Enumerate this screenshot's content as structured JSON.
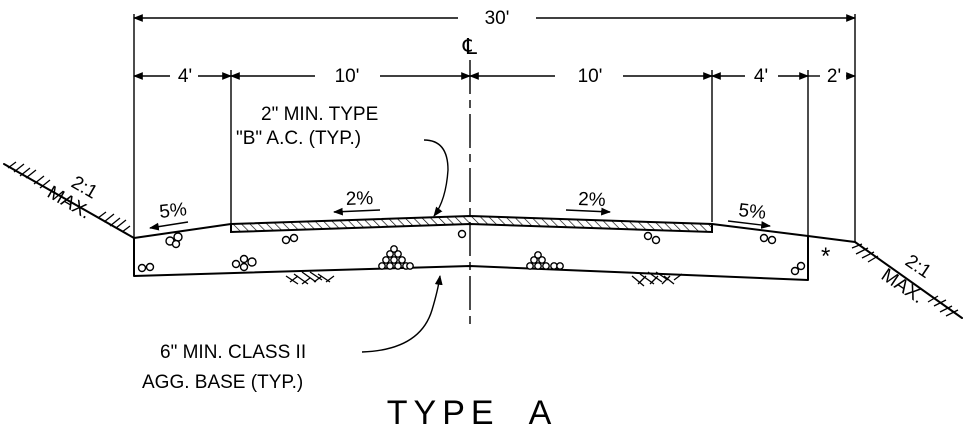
{
  "dimensions": {
    "overall": "30'",
    "left_shoulder": "4'",
    "left_lane": "10'",
    "right_lane": "10'",
    "right_shoulder": "4'",
    "dike_width": "2'"
  },
  "centerline_symbol": "℄",
  "slopes": {
    "left_shoulder": "5%",
    "left_lane": "2%",
    "right_lane": "2%",
    "right_shoulder": "5%",
    "left_fill": "2:1",
    "left_fill_max": "MAX.",
    "right_fill": "2:1",
    "right_fill_max": "MAX."
  },
  "notes": {
    "ac_line1": "2\" MIN. TYPE",
    "ac_line2": "\"B\" A.C. (TYP.)",
    "base_line1": "6\" MIN. CLASS II",
    "base_line2": "AGG. BASE (TYP.)",
    "asterisk": "*"
  },
  "title": "TYPE  A"
}
